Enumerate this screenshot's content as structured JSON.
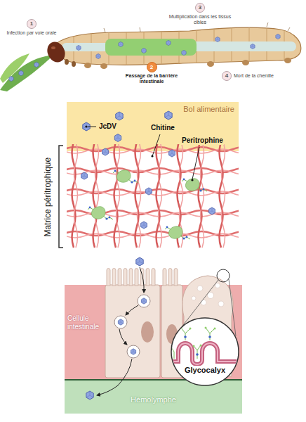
{
  "diagram": {
    "nodes": [
      {
        "text": [
          "1",
          "Infection par voie orale"
        ]
      },
      {
        "text": [
          "2",
          "Passage de la barrière intestinale"
        ]
      },
      {
        "text": [
          "3",
          "Multiplication dans les tissus cibles"
        ]
      },
      {
        "text": [
          "4",
          "Mort de la chenille"
        ]
      },
      {
        "text": [
          "Bol alimentaire"
        ]
      },
      {
        "text": [
          "Cellule intestinale"
        ]
      },
      {
        "text": [
          "Glycocalyx"
        ]
      },
      {
        "text": [
          "Hémolymphe"
        ]
      }
    ],
    "labels": [
      "JcDV",
      "Chitine",
      "Peritrophine",
      "Matrice péritrophique"
    ]
  }
}
